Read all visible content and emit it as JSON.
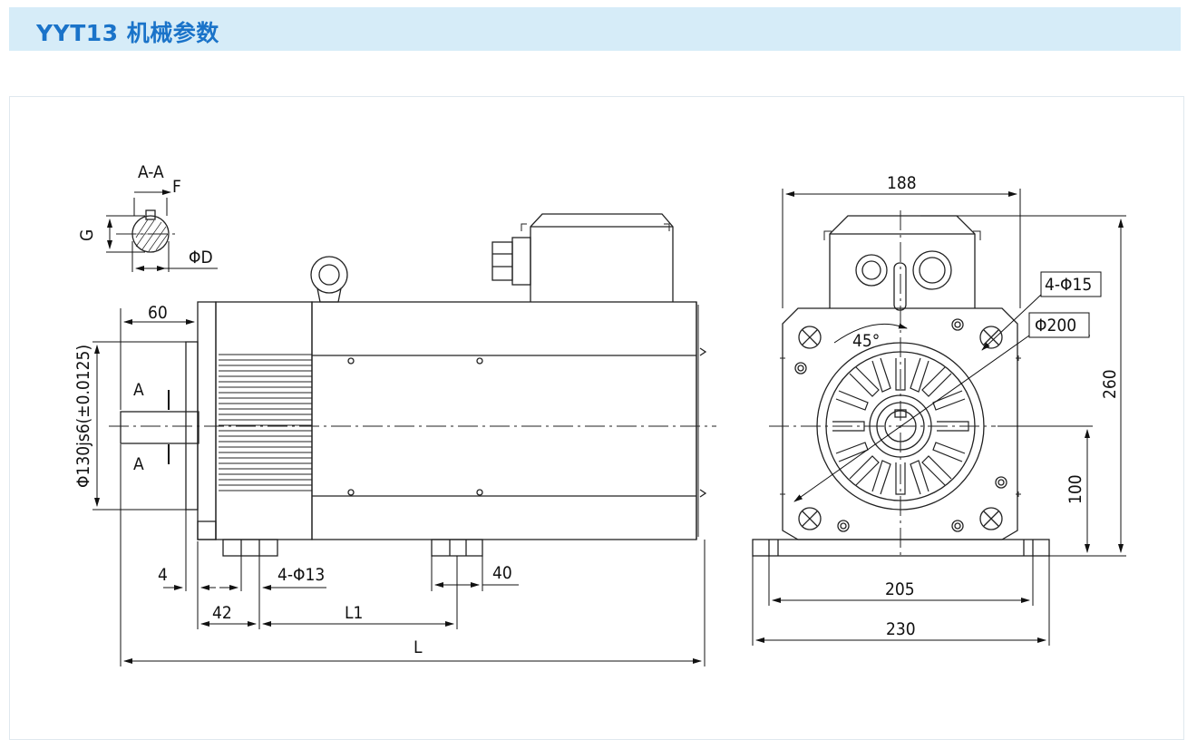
{
  "header": {
    "title": "YYT13 机械参数"
  },
  "side_view": {
    "section_label": "A-A",
    "key_width": "F",
    "key_height": "G",
    "shaft_diameter": "ΦD",
    "shaft_length": "60",
    "flange_spigot": "Φ130js6(±0.0125)",
    "section_mark_top": "A",
    "section_mark_bottom": "A",
    "flange_thickness": "4",
    "foot_holes": "4-Φ13",
    "foot_width": "40",
    "foot_offset": "42",
    "foot_spacing": "L1",
    "overall_length": "L"
  },
  "end_view": {
    "width": "188",
    "height": "260",
    "mount_holes": "4-Φ15",
    "pcd": "Φ200",
    "angle": "45°",
    "shaft_height": "100",
    "foot_span": "205",
    "base_width": "230"
  }
}
